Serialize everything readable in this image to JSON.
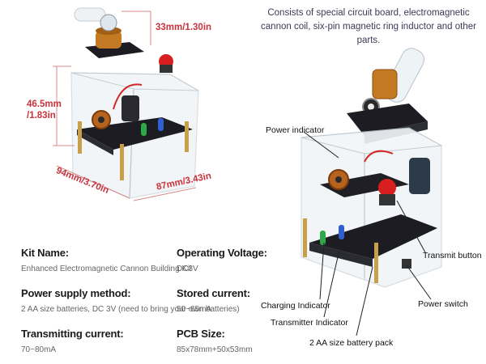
{
  "dimensions": {
    "height": "46.5mm\n/1.83in",
    "coil": "33mm/1.30in",
    "width": "94mm/3.70in",
    "depth": "87mm/3.43in"
  },
  "description": "Consists of special circuit board, electromagnetic cannon coil,  six-pin magnetic ring inductor and other parts.",
  "callouts": {
    "power_indicator": "Power indicator",
    "transmit_button": "Transmit button",
    "power_switch": "Power switch",
    "charging_indicator": "Charging Indicator",
    "transmitter_indicator": "Transmitter Indicator",
    "battery_pack": "2 AA size battery pack"
  },
  "specs": [
    {
      "title": "Kit Name:",
      "value": "Enhanced Electromagnetic Cannon Building Kit"
    },
    {
      "title": "Operating Voltage:",
      "value": "DC3V"
    },
    {
      "title": "Power supply method:",
      "value": "2 AA size batteries, DC 3V (need to bring your own batteries)"
    },
    {
      "title": "Stored current:",
      "value": "50~65mA"
    },
    {
      "title": "Transmitting current:",
      "value": "70~80mA"
    },
    {
      "title": "PCB Size:",
      "value": "85x78mm+50x53mm"
    }
  ],
  "colors": {
    "dimension_red": "#c8323c",
    "description_text": "#3a3a58",
    "pcb_black": "#1c1c22",
    "coil_copper": "#c47a22",
    "button_red": "#d81e1e"
  }
}
